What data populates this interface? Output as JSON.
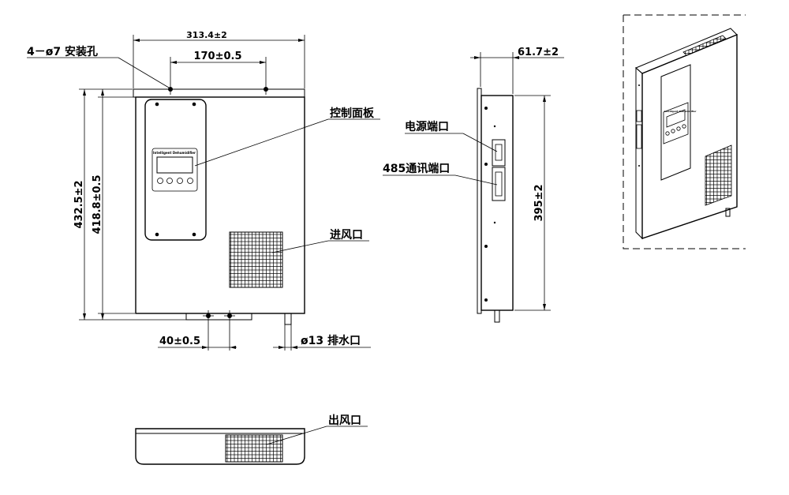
{
  "front_view": {
    "width_dim": "313.4±2",
    "hole_spacing_dim": "170±0.5",
    "hole_label": "4－ø7 安装孔",
    "height_total_dim": "432.5±2",
    "height_body_dim": "418.8±0.5",
    "bottom_spacing_dim": "40±0.5",
    "drain_label": "ø13 排水口",
    "control_panel_label": "控制面板",
    "air_inlet_label": "进风口",
    "panel_title": "Intelligent Dehumidifier"
  },
  "side_view": {
    "depth_dim": "61.7±2",
    "power_port_label": "电源端口",
    "comm_port_label": "485通讯端口",
    "height_dim": "395±2"
  },
  "top_view": {
    "air_outlet_label": "出风口"
  },
  "iso_view": {
    "panel_title": "Intelligent Dehumidifier"
  }
}
